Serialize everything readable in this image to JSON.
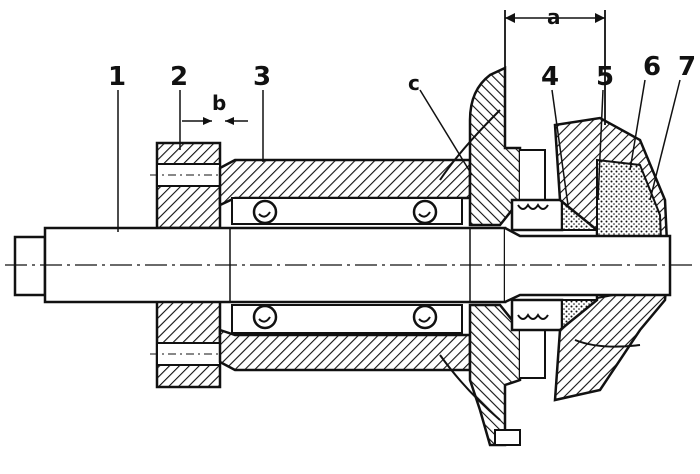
{
  "diagram": {
    "labels": {
      "l1": "1",
      "l2": "2",
      "l3": "3",
      "l4": "4",
      "l5": "5",
      "l6": "6",
      "l7": "7",
      "la": "a",
      "lb": "b",
      "lc": "c"
    },
    "colors": {
      "ink": "#111111",
      "paper": "#ffffff"
    }
  }
}
